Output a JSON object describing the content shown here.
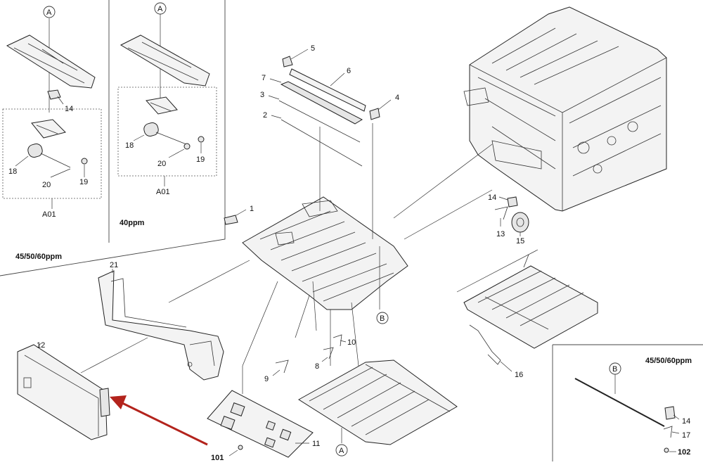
{
  "labels": {
    "A_top_left": "A",
    "A_top_mid": "A",
    "A_bottom": "A",
    "B_center": "B",
    "B_right": "B",
    "l14_a": "14",
    "l18_a": "18",
    "l20_a": "20",
    "l19_a": "19",
    "A01_a": "A01",
    "l18_b": "18",
    "l20_b": "20",
    "l19_b": "19",
    "A01_b": "A01",
    "ppm40": "40ppm",
    "ppm456060_left": "45/50/60ppm",
    "ppm456060_right": "45/50/60ppm",
    "l1": "1",
    "l2": "2",
    "l3": "3",
    "l4": "4",
    "l5": "5",
    "l6": "6",
    "l7": "7",
    "l8": "8",
    "l9": "9",
    "l10": "10",
    "l11": "11",
    "l12": "12",
    "l13": "13",
    "l14_b": "14",
    "l15": "15",
    "l16": "16",
    "l17": "17",
    "l14_c": "14",
    "l21": "21",
    "l101": "101",
    "l102": "102"
  },
  "colors": {
    "arrow": "#b3231c",
    "line": "#222222"
  }
}
